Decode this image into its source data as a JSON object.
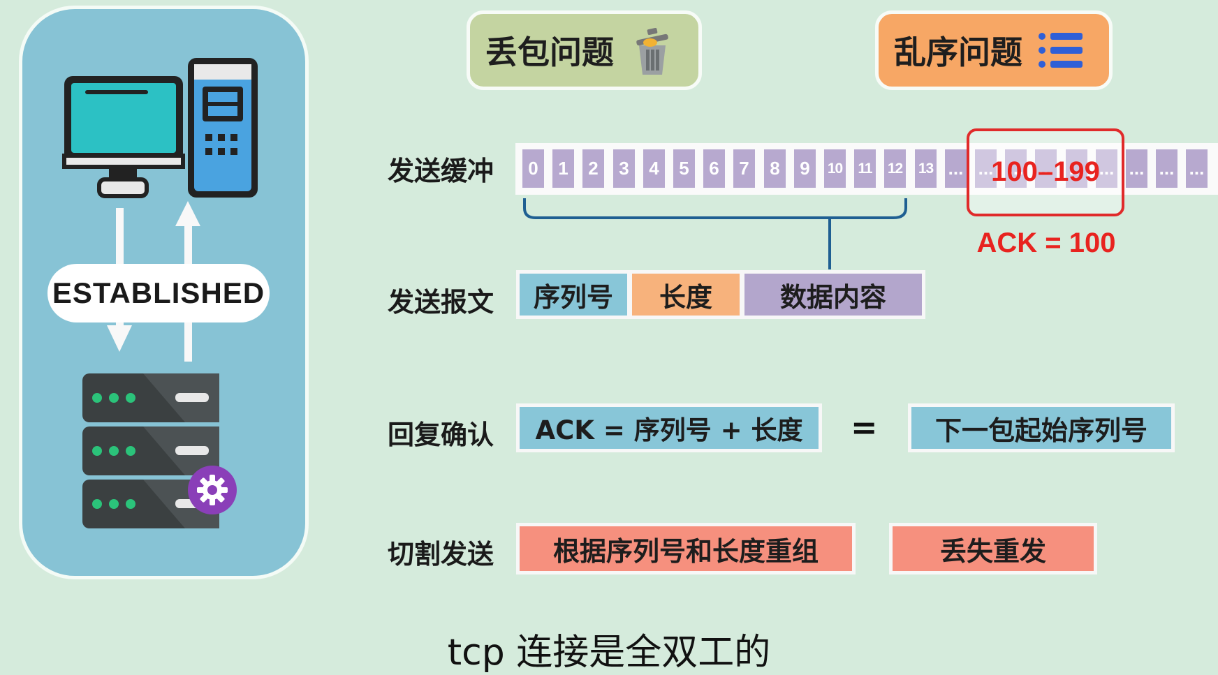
{
  "left_panel": {
    "state_label": "ESTABLISHED"
  },
  "top_badges": {
    "packet_loss": "丢包问题",
    "out_of_order": "乱序问题"
  },
  "rows": {
    "send_buffer": "发送缓冲",
    "send_message": "发送报文",
    "reply_ack": "回复确认",
    "split_send": "切割发送"
  },
  "buffer": {
    "cells": [
      "0",
      "1",
      "2",
      "3",
      "4",
      "5",
      "6",
      "7",
      "8",
      "9",
      "10",
      "11",
      "12",
      "13",
      "...",
      "...",
      "...",
      "...",
      "...",
      "...",
      "...",
      "...",
      "..."
    ],
    "highlight_range": "100–199",
    "ack_note": "ACK = 100"
  },
  "message_fields": [
    "序列号",
    "长度",
    "数据内容"
  ],
  "ack_formula": {
    "left": "ACK = 序列号 + 长度",
    "equals": "=",
    "right": "下一包起始序列号"
  },
  "split_actions": [
    "根据序列号和长度重组",
    "丢失重发"
  ],
  "subtitle": "tcp 连接是全双工的",
  "colors": {
    "background": "#d5ebdc",
    "panel": "#87c3d5",
    "cell": "#b7a9cf",
    "seq": "#88c6d8",
    "length": "#f7b27c",
    "data": "#b3a6cc",
    "action": "#f6907e",
    "highlight": "#e02a2a"
  }
}
